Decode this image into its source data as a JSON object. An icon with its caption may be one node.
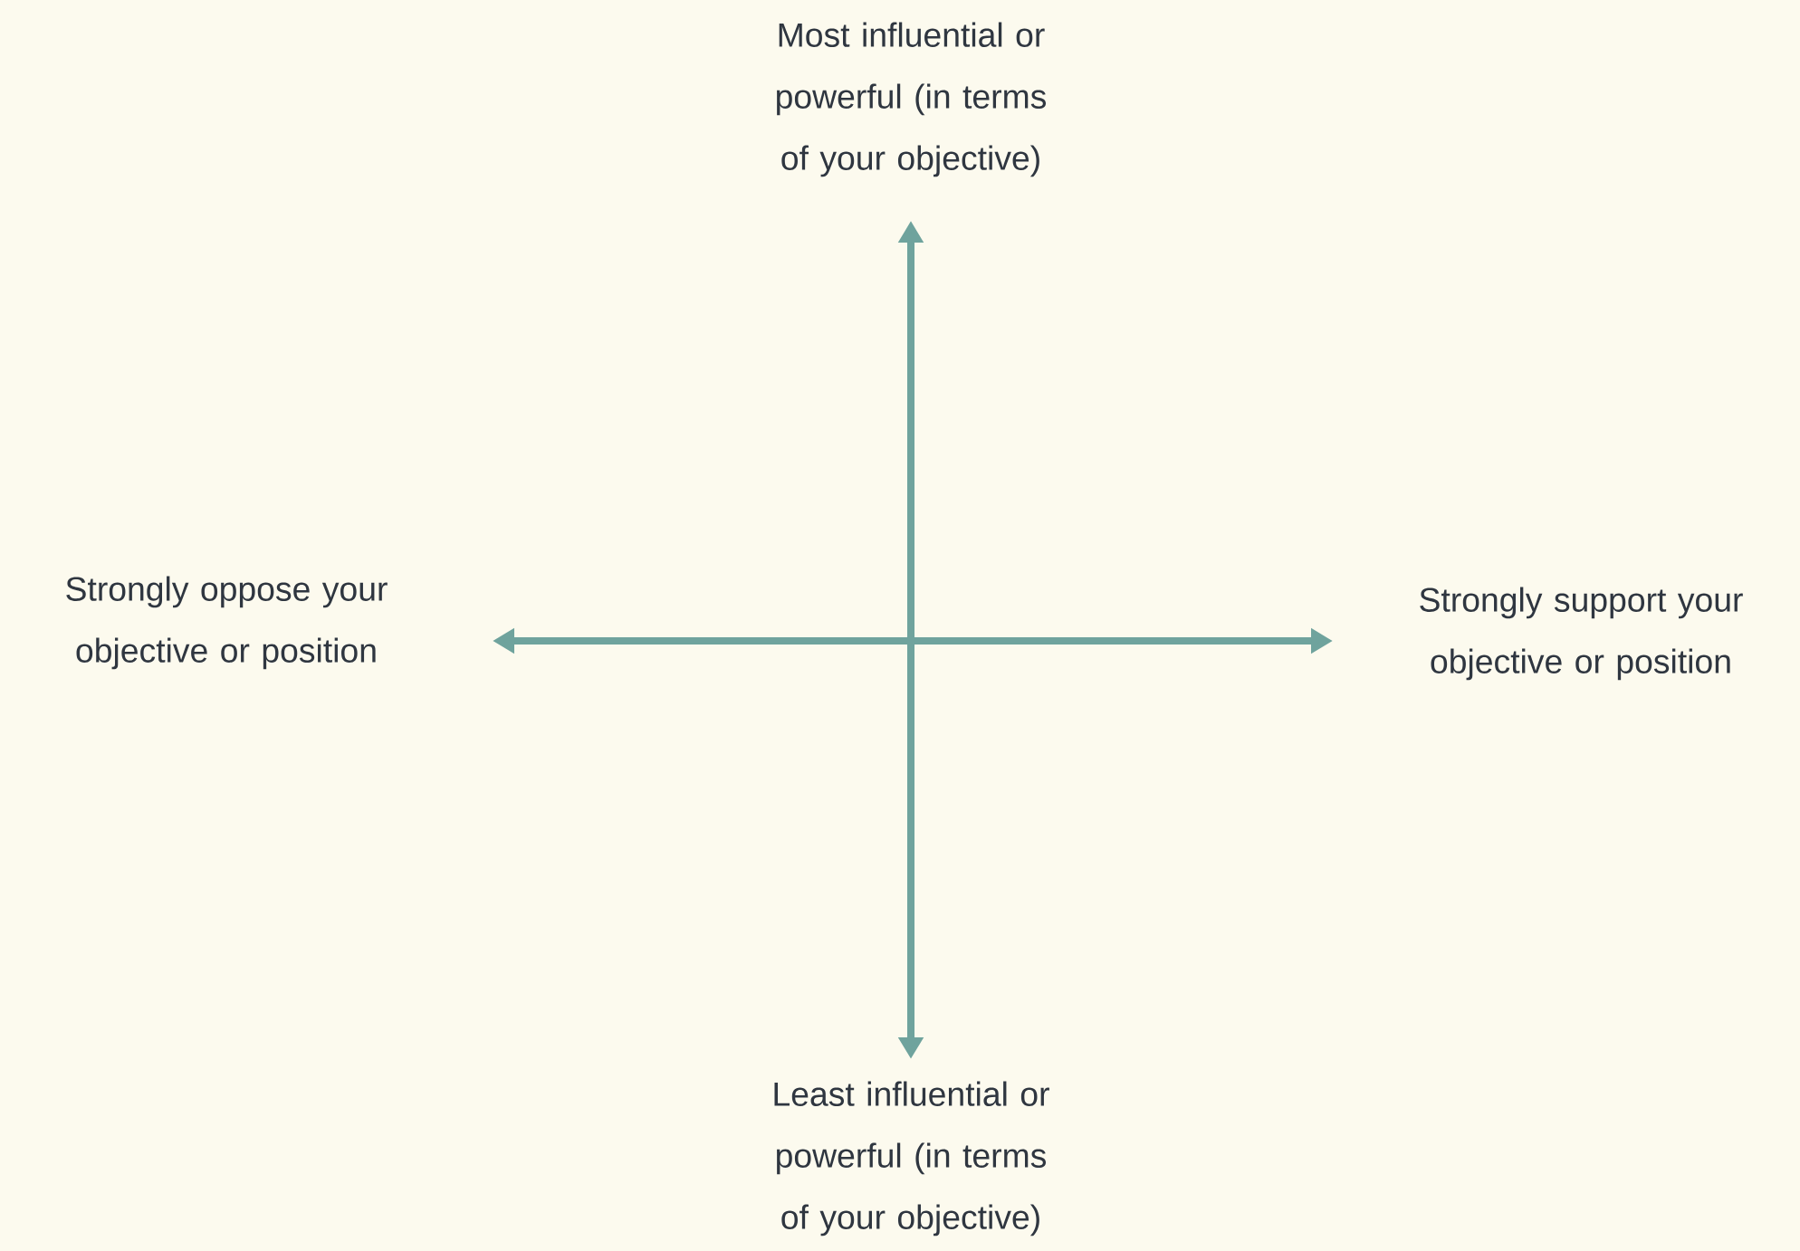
{
  "diagram": {
    "labels": [
      "Most influential or powerful (in terms of your objective)",
      "Strongly oppose your objective or position",
      "Strongly support your objective or position",
      "Least influential or powerful (in terms of your objective)"
    ]
  }
}
